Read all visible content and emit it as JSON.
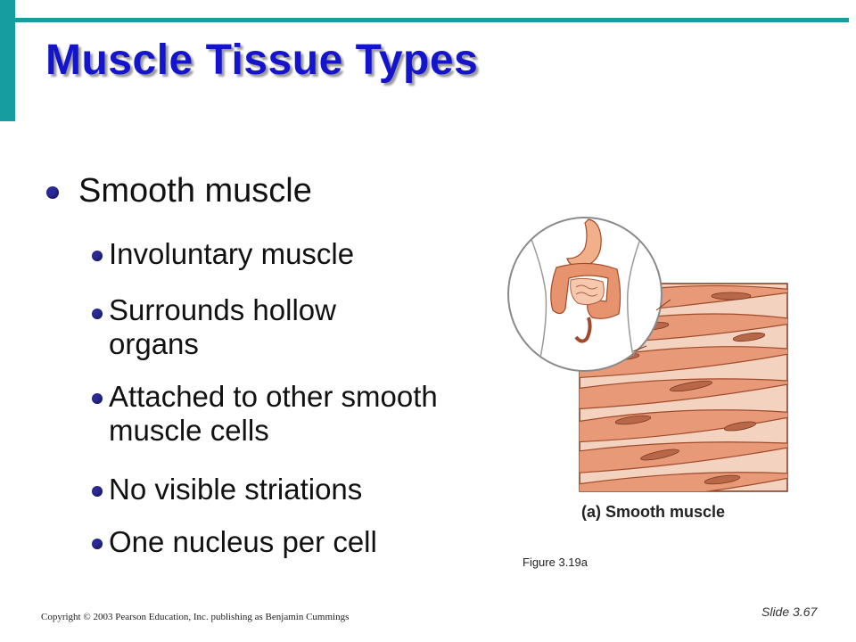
{
  "slide": {
    "title": "Muscle Tissue Types",
    "main_bullet": "Smooth muscle",
    "sub_bullets": [
      "Involuntary muscle",
      "Surrounds hollow organs",
      "Attached to other smooth muscle cells",
      "No visible striations",
      "One nucleus per cell"
    ],
    "figure_label": "(a) Smooth muscle",
    "figure_caption": "Figure 3.19a",
    "copyright": "Copyright © 2003 Pearson Education, Inc. publishing as Benjamin Cummings",
    "slide_number": "Slide 3.67"
  },
  "colors": {
    "accent_teal": "#159d9f",
    "title_blue": "#1414cc",
    "muscle_fill": "#e8a080",
    "muscle_stroke": "#a04a2a",
    "nucleus": "#b06040"
  }
}
